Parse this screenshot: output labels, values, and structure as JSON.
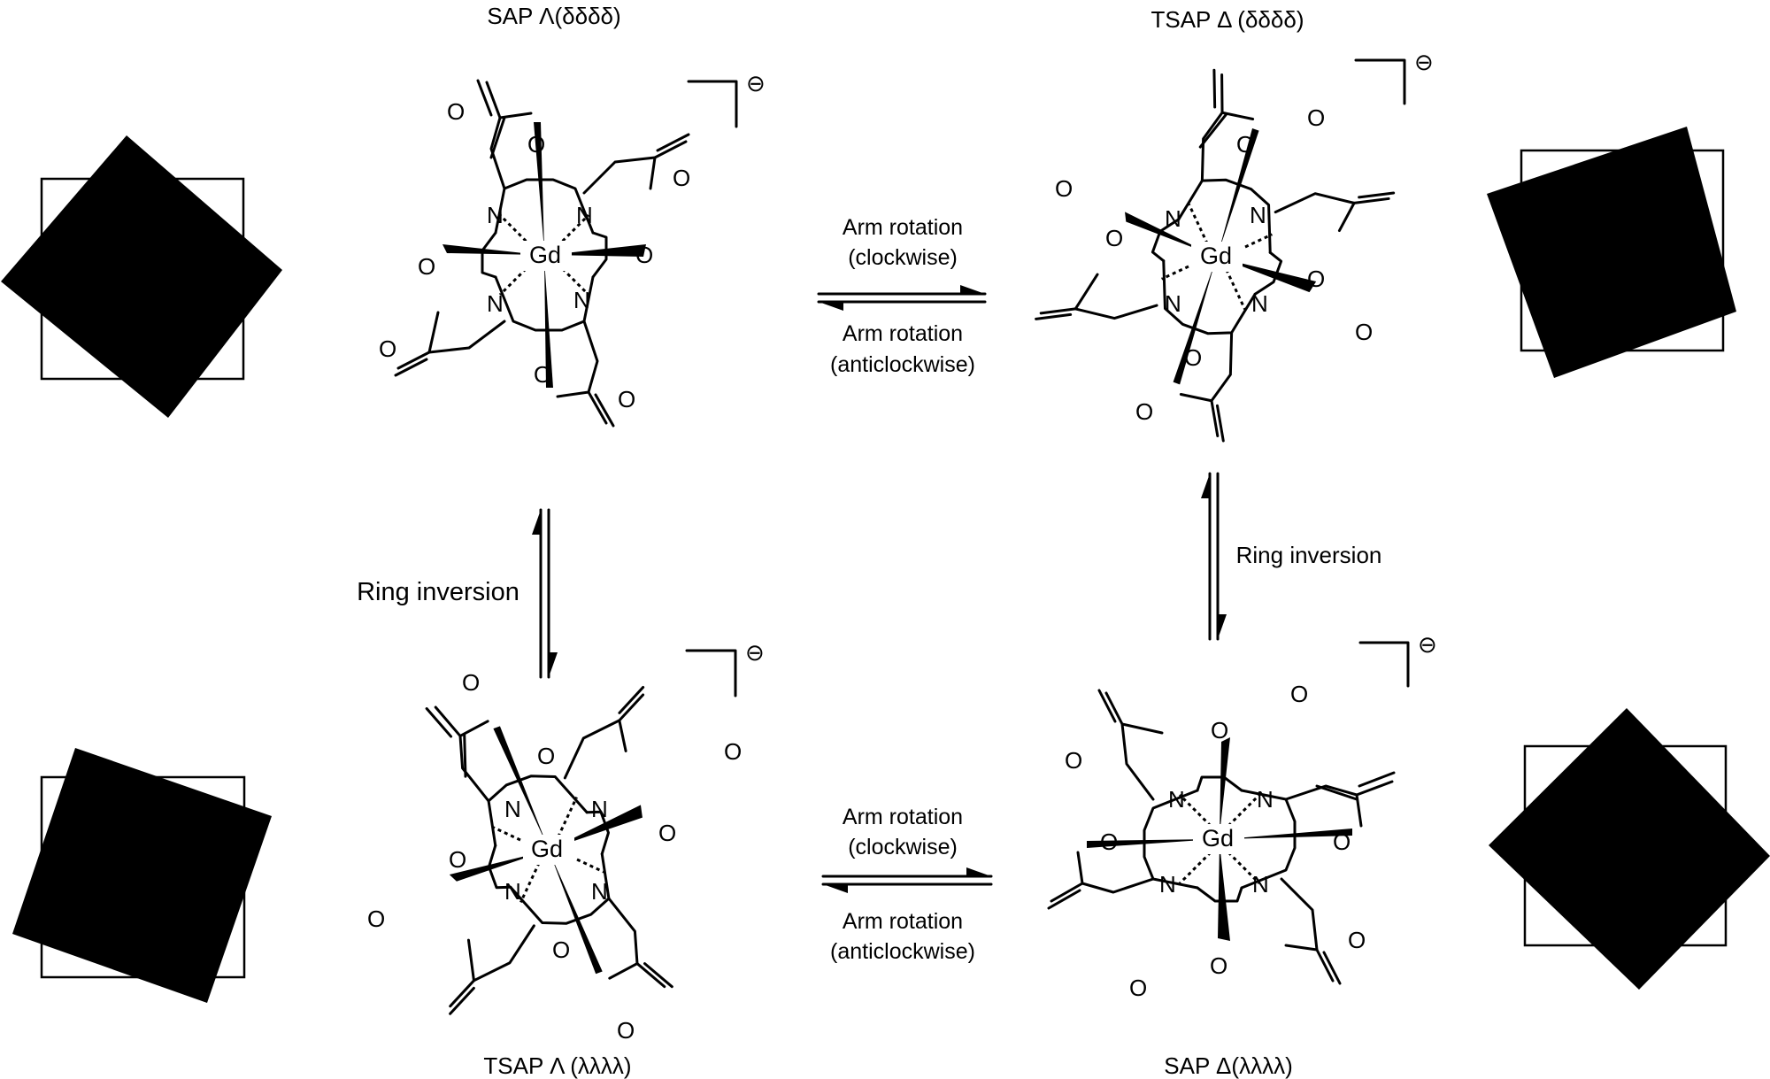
{
  "title_sap_lambda_delta": "SAP Λ(δδδδ)",
  "title_tsap_delta_delta": "TSAP Δ (δδδδ)",
  "title_tsap_lambda_lambda": "TSAP Λ (λλλλ)",
  "title_sap_delta_lambda": "SAP Δ(λλλλ)",
  "charge_symbol": "⊖",
  "atoms": {
    "metal": "Gd",
    "nitrogen": "N",
    "oxygen": "O"
  },
  "arrow_top": {
    "forward": "Arm rotation (clockwise)",
    "reverse": "Arm rotation (anticlockwise)",
    "forward_line1": "Arm rotation",
    "forward_line2": "(clockwise)",
    "reverse_line1": "Arm rotation",
    "reverse_line2": "(anticlockwise)"
  },
  "arrow_bottom": {
    "forward_line1": "Arm rotation",
    "forward_line2": "(clockwise)",
    "reverse_line1": "Arm rotation",
    "reverse_line2": "(anticlockwise)"
  },
  "arrow_left": {
    "label": "Ring inversion"
  },
  "arrow_right": {
    "label": "Ring inversion"
  }
}
